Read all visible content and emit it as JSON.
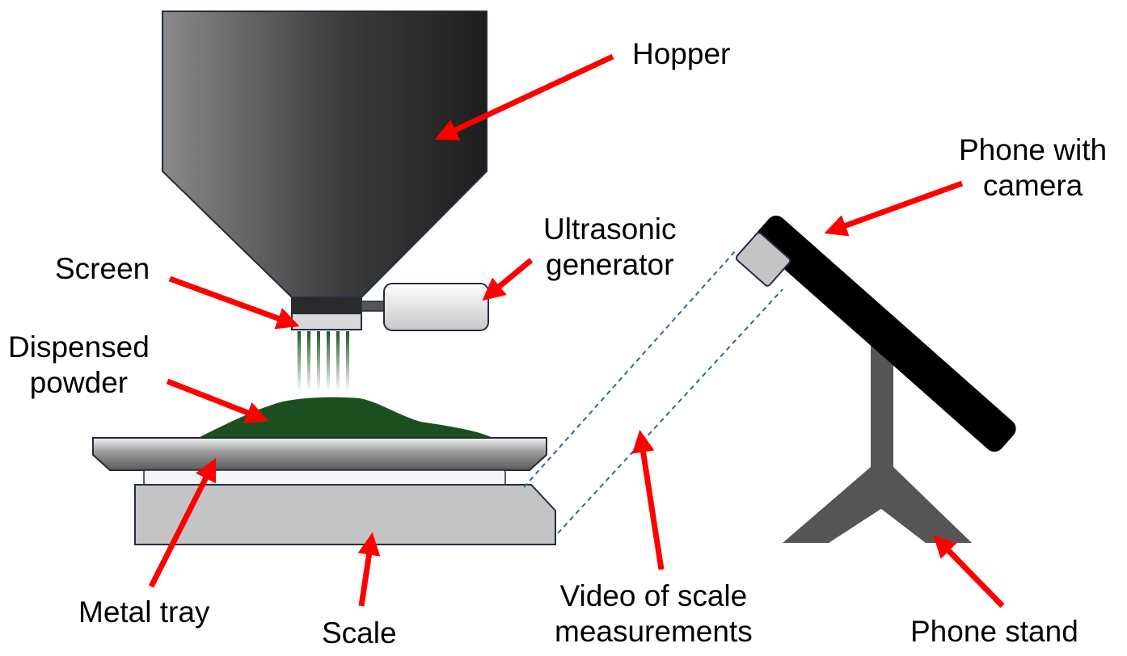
{
  "labels": {
    "hopper": "Hopper",
    "phone_with_camera": [
      "Phone with",
      "camera"
    ],
    "ultrasonic_generator": [
      "Ultrasonic",
      "generator"
    ],
    "screen": "Screen",
    "dispensed_powder": [
      "Dispensed",
      "powder"
    ],
    "metal_tray": "Metal tray",
    "scale": "Scale",
    "video_of_scale_measurements": [
      "Video of scale",
      "measurements"
    ],
    "phone_stand": "Phone stand"
  },
  "colors": {
    "arrow": "#ff0000",
    "outline": "#1f2f3f",
    "hopper_light": "#8a8a8a",
    "hopper_dark": "#1e1e1e",
    "powder": "#1b4f1f",
    "scale_body": "#c4c4c4",
    "stand": "#555555",
    "phone": "#000000",
    "sight_line": "#2e6a90"
  }
}
